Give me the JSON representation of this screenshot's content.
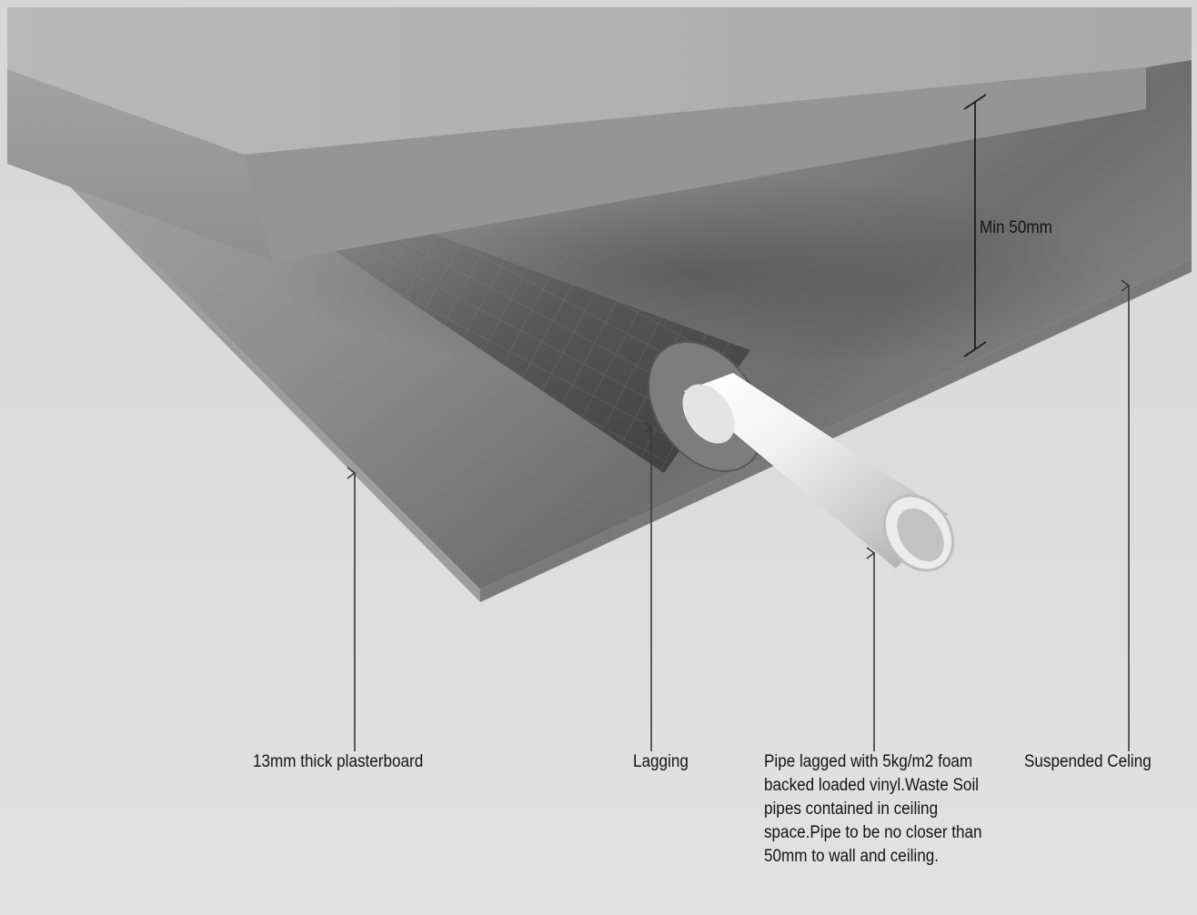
{
  "labels": {
    "dimension": "Min  50mm",
    "plasterboard": "13mm thick plasterboard",
    "lagging": "Lagging",
    "pipe_note": "Pipe lagged with 5kg/m2 foam backed loaded vinyl.Waste Soil pipes contained in ceiling space.Pipe to be no closer than 50mm to wall and ceiling.",
    "ceiling": "Suspended Celing"
  }
}
